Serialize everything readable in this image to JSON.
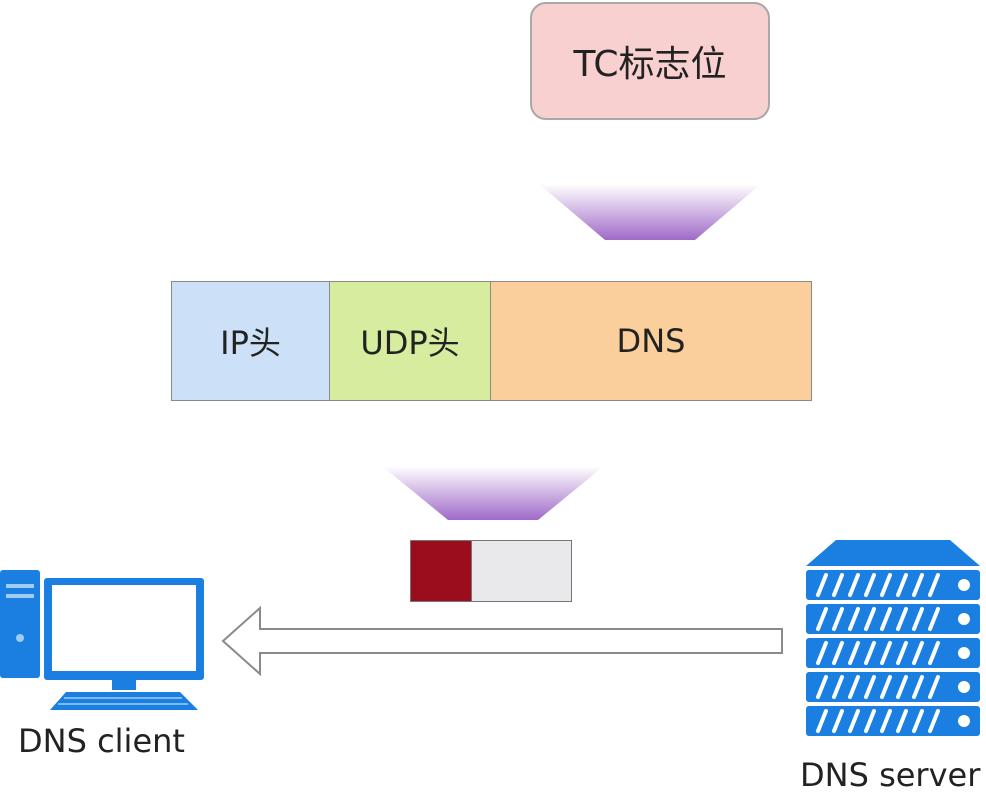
{
  "tc_flag": {
    "label": "TC标志位"
  },
  "packet": {
    "segments": [
      {
        "label": "IP头",
        "color": "#cce0f8"
      },
      {
        "label": "UDP头",
        "color": "#d6eda0"
      },
      {
        "label": "DNS",
        "color": "#fbcf9b"
      }
    ]
  },
  "flag_bit": {
    "set_color": "#9b0c1d",
    "unset_color": "#e9e9ec"
  },
  "client": {
    "label": "DNS client",
    "icon": "desktop-computer-icon"
  },
  "server": {
    "label": "DNS server",
    "icon": "server-rack-icon"
  },
  "arrow": {
    "direction": "server-to-client"
  },
  "colors": {
    "accent_blue": "#1a7fe0",
    "funnel_purple": "#a06ac8"
  }
}
